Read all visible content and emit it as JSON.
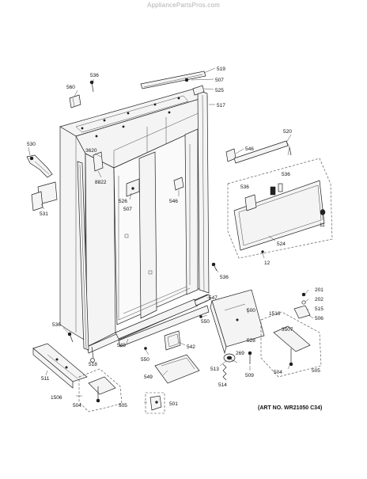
{
  "watermark": "AppliancePartsPros.com",
  "art_number": "(ART NO. WR21050 C34)",
  "part_labels": [
    {
      "id": "519",
      "text": "519"
    },
    {
      "id": "536a",
      "text": "536"
    },
    {
      "id": "507a",
      "text": "507"
    },
    {
      "id": "560",
      "text": "560"
    },
    {
      "id": "525",
      "text": "525"
    },
    {
      "id": "517",
      "text": "517"
    },
    {
      "id": "520",
      "text": "520"
    },
    {
      "id": "530",
      "text": "530"
    },
    {
      "id": "3620",
      "text": "3620"
    },
    {
      "id": "546a",
      "text": "546"
    },
    {
      "id": "8822",
      "text": "8822"
    },
    {
      "id": "536b",
      "text": "536"
    },
    {
      "id": "536c",
      "text": "536"
    },
    {
      "id": "526",
      "text": "526"
    },
    {
      "id": "507b",
      "text": "507"
    },
    {
      "id": "546b",
      "text": "546"
    },
    {
      "id": "531",
      "text": "531"
    },
    {
      "id": "11",
      "text": "11"
    },
    {
      "id": "524",
      "text": "524"
    },
    {
      "id": "12",
      "text": "12"
    },
    {
      "id": "536d",
      "text": "536"
    },
    {
      "id": "547",
      "text": "547"
    },
    {
      "id": "201",
      "text": "201"
    },
    {
      "id": "202",
      "text": "202"
    },
    {
      "id": "515",
      "text": "515"
    },
    {
      "id": "500",
      "text": "500"
    },
    {
      "id": "1516",
      "text": "1516"
    },
    {
      "id": "506",
      "text": "506"
    },
    {
      "id": "550a",
      "text": "550"
    },
    {
      "id": "536e",
      "text": "536"
    },
    {
      "id": "3507",
      "text": "3507"
    },
    {
      "id": "542",
      "text": "542"
    },
    {
      "id": "528",
      "text": "528"
    },
    {
      "id": "269",
      "text": "269"
    },
    {
      "id": "548",
      "text": "548"
    },
    {
      "id": "550b",
      "text": "550"
    },
    {
      "id": "513",
      "text": "513"
    },
    {
      "id": "509",
      "text": "509"
    },
    {
      "id": "504a",
      "text": "504"
    },
    {
      "id": "505a",
      "text": "505"
    },
    {
      "id": "518",
      "text": "518"
    },
    {
      "id": "511",
      "text": "511"
    },
    {
      "id": "549",
      "text": "549"
    },
    {
      "id": "514",
      "text": "514"
    },
    {
      "id": "1506",
      "text": "1506"
    },
    {
      "id": "501",
      "text": "501"
    },
    {
      "id": "504b",
      "text": "504"
    },
    {
      "id": "505b",
      "text": "505"
    }
  ]
}
